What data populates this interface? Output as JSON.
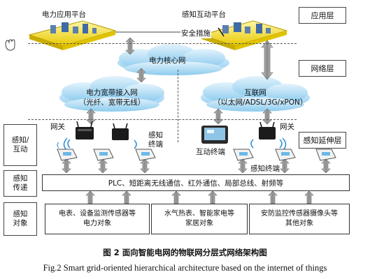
{
  "layers": {
    "application": "应用层",
    "network": "网络层",
    "extension": "感知延伸层"
  },
  "platforms": {
    "power_app": "电力应用平台",
    "sensing_interaction": "感知互动平台"
  },
  "security": "安全措施",
  "core_network": "电力核心网",
  "broadband": {
    "line1": "电力宽带接入网",
    "line2": "（光纤、宽带无线）"
  },
  "internet": {
    "line1": "互联网",
    "line2": "（以太网/ADSL/3G/xPON）"
  },
  "labels": {
    "gateway_left": "网关",
    "gateway_right": "网关",
    "sensing_terminal_left_1": "感知",
    "sensing_terminal_left_2": "终端",
    "interactive_terminal": "互动终端",
    "sensing_terminal_right": "感知终端"
  },
  "side": {
    "interaction_1": "感知/",
    "interaction_2": "互动",
    "transmission_1": "感知",
    "transmission_2": "传递",
    "object_1": "感知",
    "object_2": "对象"
  },
  "bus_text": "PLC、短距离无线通信、红外通信、局部总线、射频等",
  "objects": [
    {
      "line1": "电表、设备监测传感器等",
      "line2": "电力对象"
    },
    {
      "line1": "水气热表、智能家电等",
      "line2": "家居对象"
    },
    {
      "line1": "安防监控传感器摄像头等",
      "line2": "其他对象"
    }
  ],
  "caption_cn": "图 2   面向智能电网的物联网分层式网络架构图",
  "caption_en": "Fig.2 Smart grid-oriented hierarchical architecture based on the internet of things",
  "icons": [
    "platform-icon",
    "cloud-icon",
    "gateway-icon",
    "sensor-icon",
    "tablet-icon",
    "arrow-icon",
    "hand-icon"
  ]
}
